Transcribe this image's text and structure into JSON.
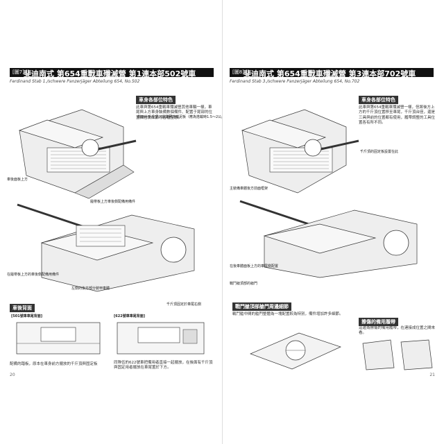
{
  "left": {
    "plate_no": "[圖7]",
    "title": "斐迪南式 第654重戰車殲滅營 第1連本部502號車",
    "subtitle": "Ferdinand Stab 1./schwere Panzerjäger Abteilung 654, No.502",
    "section1": "車身各部位特色",
    "desc1": "此車與第654重戰車殲滅營其他車輛一樣，車尾與上方車身裝備數個備件、配置于尾部的位置與包裝細節等各種型態。",
    "labels": [
      "側面半千斤頂，設置著前擋泥板（應為搭載時1.5～2公尺）",
      "車後面板上方",
      "履帶板上方車後側配備用備件",
      "在履帶板上方的車後側配備用備件",
      "左側的後方部分裝甲車體"
    ],
    "label_right_bottom": "千斤頂固定於車尾右側",
    "section2": "車後背面",
    "sub_a": "[501號車車尾背面]",
    "sub_b": "[622號車車尾背面]",
    "cap_a": "配備的踏板，原本在車身前方擺放的千斤頂與固定板",
    "cap_b": "同隊伍的622號車把備用者直接一起擺放，在後面有千斤頂與固定用者擺放在車尾置於下方。",
    "page_no": "20"
  },
  "right": {
    "plate_no": "[圖8]",
    "title": "斐迪南式 第654重戰車殲滅營 第3連本部702號車",
    "subtitle": "Ferdinand Stab 3./schwere Panzerjäger Abteilung 654, No.702",
    "section1": "車身各部位特色",
    "desc1": "此車與第654重戰車殲滅營一樣，但將後方上方的千斤頂位置移至車尾，千斤頂台座，還是三具與前的位置都有使用，履帶調整的工具位置各有所不同。",
    "labels": [
      "千斤頂的固定板設置在此",
      "主裝備車體後方前面框架",
      "在後車體面板上方的車尾側配置",
      "戰鬥艙頂部的艙門"
    ],
    "section2": "戰鬥艙頂部艙門周邊細節",
    "desc2": "戰鬥艙中間的艙門整體為一塊配置較為特別，備件增加許多細節。",
    "section3": "擦傷的備用履帶",
    "desc3": "這邊為擦傷的備用履帶，在連接成位置之間來看。",
    "page_no": "21"
  }
}
